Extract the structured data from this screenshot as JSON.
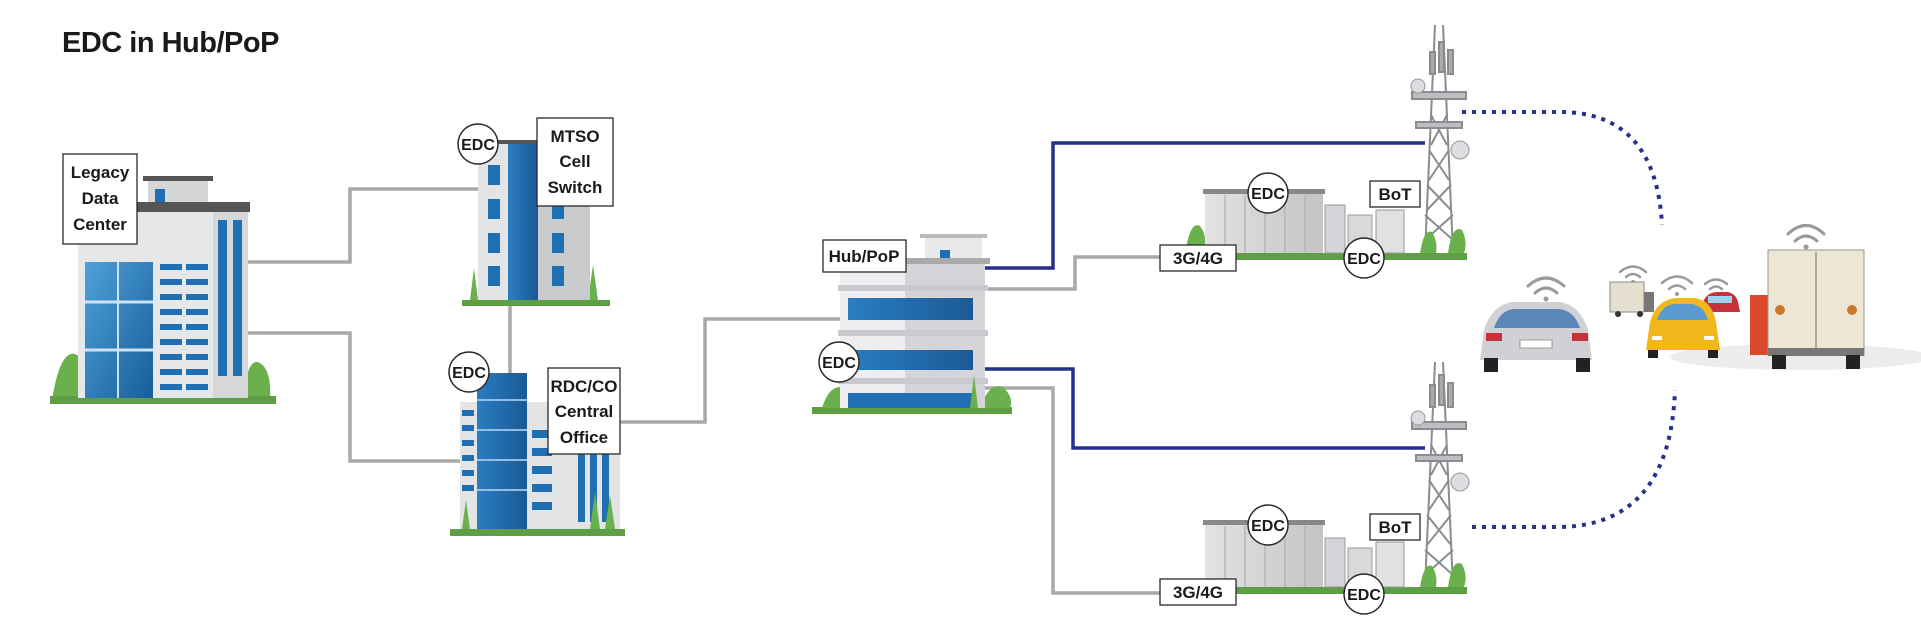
{
  "title": "EDC in Hub/PoP",
  "labels": {
    "legacy": [
      "Legacy",
      "Data",
      "Center"
    ],
    "mtso": [
      "MTSO",
      "Cell",
      "Switch"
    ],
    "rdc": [
      "RDC/CO",
      "Central",
      "Office"
    ],
    "hub": "Hub/PoP",
    "bot": "BoT",
    "network": "3G/4G",
    "edc": "EDC"
  },
  "colors": {
    "blue_link": "#25308a",
    "grey_link": "#a8a8a8",
    "glass_blue": "#1f6fb2",
    "grass": "#6ab04c"
  },
  "icons": [
    "wifi-icon",
    "cell-tower-icon",
    "car-icon",
    "truck-icon",
    "building-icon"
  ]
}
